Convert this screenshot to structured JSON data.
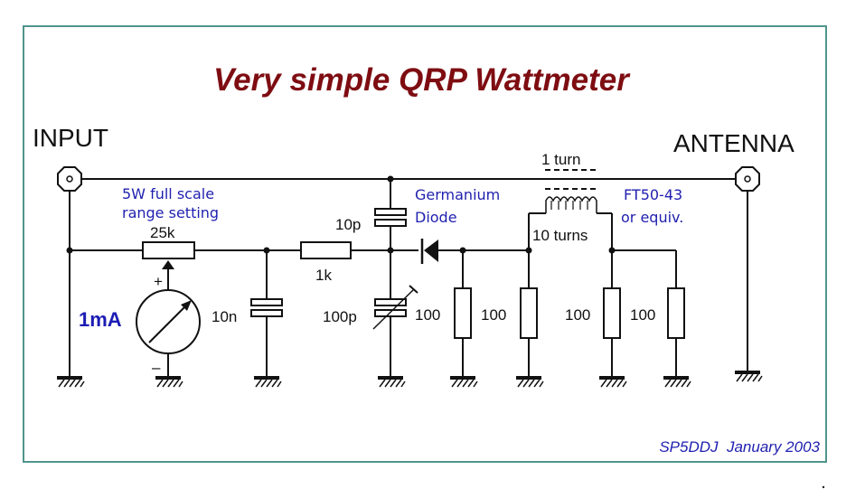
{
  "diagram": {
    "title": "Very simple QRP Wattmeter",
    "ports": {
      "input": "INPUT",
      "antenna": "ANTENNA"
    },
    "components": {
      "potentiometer": {
        "value": "25k",
        "note_line1": "5W full scale",
        "note_line2": "range setting"
      },
      "meter": {
        "value": "1mA",
        "plus": "+",
        "minus": "–"
      },
      "cap_10n": "10n",
      "resistor_1k": "1k",
      "cap_10p": "10p",
      "trimmer_100p": "100p",
      "diode": {
        "note_line1": "Germanium",
        "note_line2": "Diode"
      },
      "transformer": {
        "primary": "1 turn",
        "secondary": "10 turns",
        "core_line1": "FT50-43",
        "core_line2": "or equiv."
      },
      "load_resistors": [
        "100",
        "100",
        "100",
        "100"
      ]
    },
    "signature": "SP5DDJ  January 2003",
    "colors": {
      "title": "#7e0d12",
      "notes": "#1f1fb0",
      "frame": "#4f958c"
    }
  }
}
